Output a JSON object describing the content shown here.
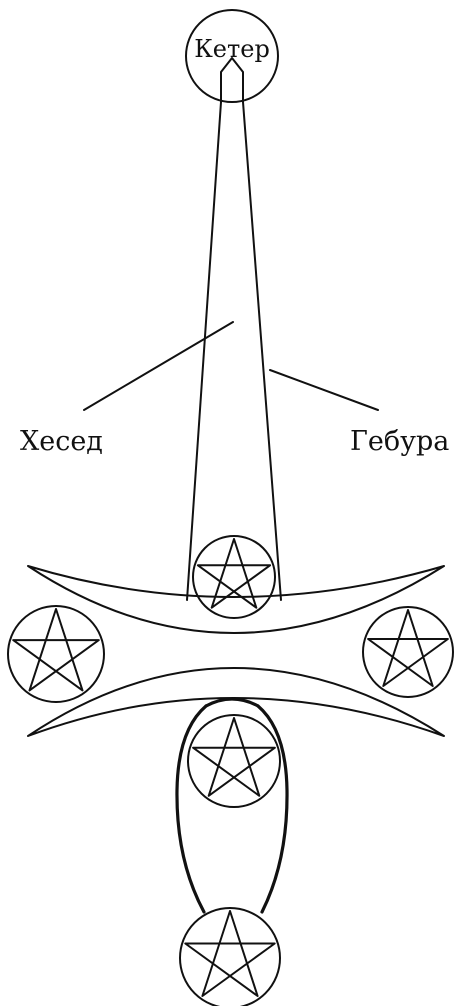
{
  "diagram": {
    "labels": {
      "keter": "Кетер",
      "chesed": "Хесед",
      "gevurah": "Гебура"
    },
    "ink_color": "#111111",
    "background": "#ffffff",
    "icons": {
      "pentagram": "pentagram-icon"
    }
  }
}
